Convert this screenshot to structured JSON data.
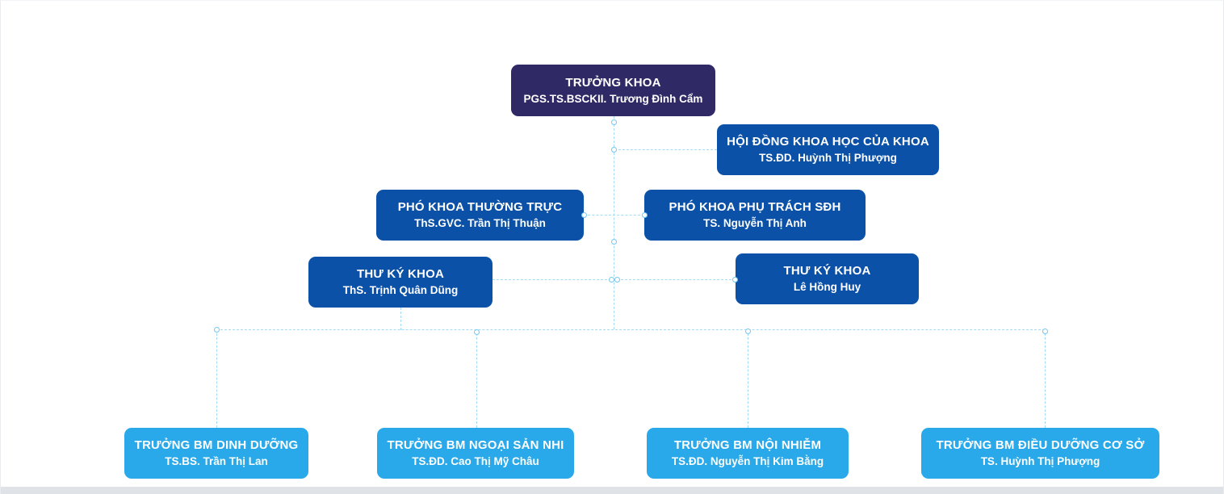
{
  "org_chart": {
    "nodes": {
      "truong_khoa": {
        "title": "TRƯỞNG KHOA",
        "person": "PGS.TS.BSCKII. Trương Đình Cẩm"
      },
      "hoi_dong": {
        "title": "HỘI ĐỒNG KHOA HỌC CỦA KHOA",
        "person": "TS.ĐD. Huỳnh Thị Phượng"
      },
      "pho_khoa_tt": {
        "title": "PHÓ KHOA THƯỜNG TRỰC",
        "person": "ThS.GVC. Trần Thị Thuận"
      },
      "pho_khoa_sdh": {
        "title": "PHÓ KHOA PHỤ TRÁCH SĐH",
        "person": "TS. Nguyễn Thị Anh"
      },
      "thu_ky_1": {
        "title": "THƯ KÝ KHOA",
        "person": "ThS. Trịnh Quân Dũng"
      },
      "thu_ky_2": {
        "title": "THƯ KÝ KHOA",
        "person": "Lê Hồng Huy"
      },
      "bm_dinh_duong": {
        "title": "TRƯỞNG BM DINH DƯỠNG",
        "person": "TS.BS. Trần Thị Lan"
      },
      "bm_ngoai_san_nhi": {
        "title": "TRƯỞNG BM NGOẠI SẢN NHI",
        "person": "TS.ĐD. Cao Thị Mỹ Châu"
      },
      "bm_noi_nhiem": {
        "title": "TRƯỞNG BM NỘI NHIỄM",
        "person": "TS.ĐD. Nguyễn Thị Kim Bằng"
      },
      "bm_dieu_duong": {
        "title": "TRƯỞNG BM ĐIỀU DƯỠNG CƠ SỞ",
        "person": "TS. Huỳnh Thị Phượng"
      }
    },
    "colors": {
      "root_box": "#2f2a66",
      "mid_box": "#0b51a8",
      "leaf_box": "#29a9e9",
      "connector": "#a5daf6",
      "text": "#ffffff"
    }
  }
}
